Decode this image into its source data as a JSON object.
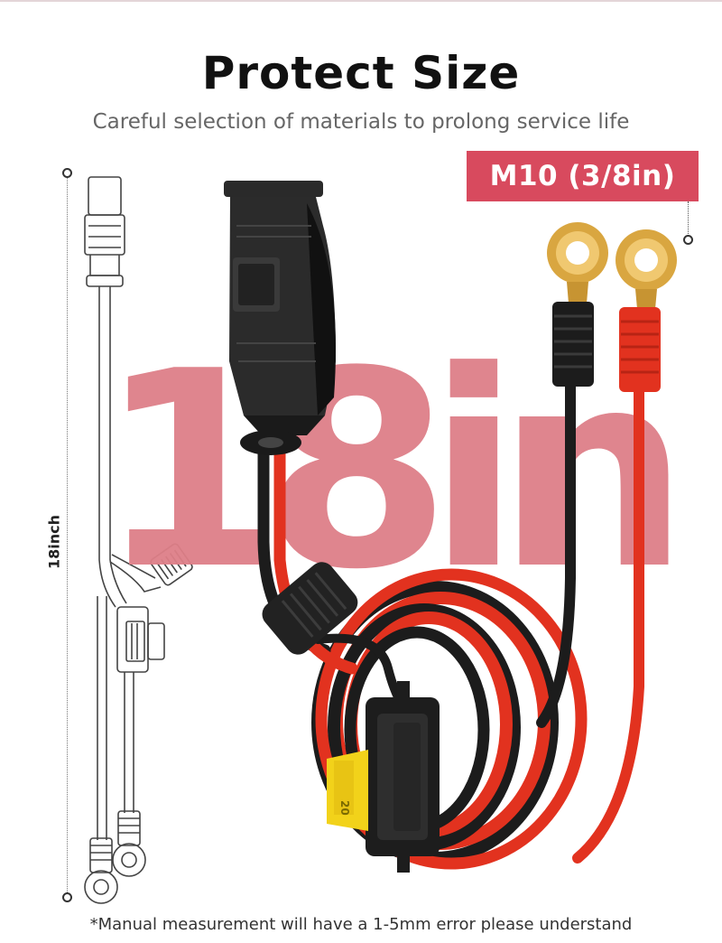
{
  "title": "Protect Size",
  "subtitle": "Careful selection of materials to prolong service life",
  "badge": "M10 (3/8in)",
  "length_overlay": "18in",
  "dimension_label": "18inch",
  "fuse_rating": "20",
  "footnote": "*Manual measurement will have a 1-5mm error please understand",
  "colors": {
    "accent": "#d84a5e",
    "overlay": "#de7f88",
    "red_wire": "#e2321f",
    "black_wire": "#1c1c1c",
    "gold": "#d9a640",
    "fuse_yellow": "#f2d21a"
  }
}
